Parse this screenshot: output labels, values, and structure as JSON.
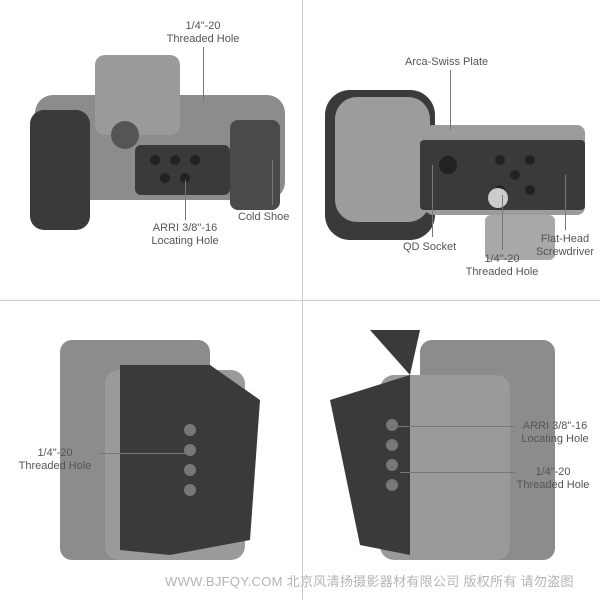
{
  "labels": {
    "q1_threaded": [
      "1/4\"-20",
      "Threaded Hole"
    ],
    "q1_cold_shoe": "Cold Shoe",
    "q1_arri": [
      "ARRI 3/8\"-16",
      "Locating Hole"
    ],
    "q2_arca": "Arca-Swiss Plate",
    "q2_qd": "QD Socket",
    "q2_threaded": [
      "1/4\"-20",
      "Threaded Hole"
    ],
    "q2_screwdriver": [
      "Flat-Head",
      "Screwdriver"
    ],
    "q3_threaded": [
      "1/4\"-20",
      "Threaded Hole"
    ],
    "q4_arri": [
      "ARRI 3/8\"-16",
      "Locating Hole"
    ],
    "q4_threaded": [
      "1/4\"-20",
      "Threaded Hole"
    ]
  },
  "watermark": "WWW.BJFQY.COM 北京风清扬摄影器材有限公司 版权所有 请勿盗图",
  "colors": {
    "cage": "#3a3a3a",
    "camera": "#8c8c8c",
    "text": "#555555",
    "divider": "#cccccc"
  }
}
